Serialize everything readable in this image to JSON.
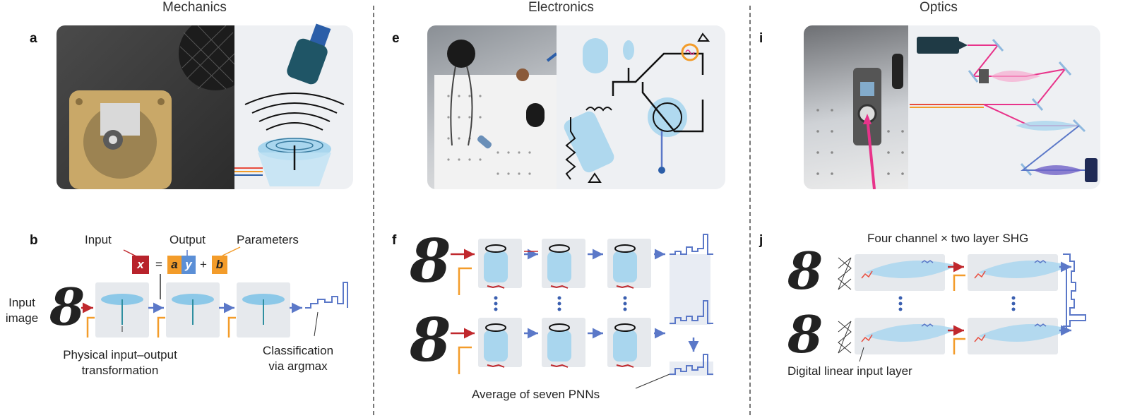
{
  "columns": {
    "mechanics": "Mechanics",
    "electronics": "Electronics",
    "optics": "Optics"
  },
  "panels": {
    "a": "a",
    "b": "b",
    "e": "e",
    "f": "f",
    "i": "i",
    "j": "j"
  },
  "mechanics": {
    "input_label": "Input",
    "output_label": "Output",
    "parameters_label": "Parameters",
    "eq_x": "x",
    "eq_equals": "=",
    "eq_a": "a",
    "eq_y": "y",
    "eq_plus": "+",
    "eq_b": "b",
    "input_image_line1": "Input",
    "input_image_line2": "image",
    "digit": "8",
    "transform_line1": "Physical input–output",
    "transform_line2": "transformation",
    "classification_line1": "Classification",
    "classification_line2": "via argmax"
  },
  "electronics": {
    "digit": "8",
    "average_label": "Average of seven PNNs"
  },
  "optics": {
    "digit": "8",
    "four_channel_label": "Four channel × two layer SHG",
    "digital_layer_label": "Digital linear input layer"
  },
  "colors": {
    "red_arrow": "#c0282d",
    "blue_arrow": "#5b78c8",
    "orange": "#f39c2a",
    "light_blue": "#a9d6ee",
    "magenta": "#e8338a",
    "card_bg": "#eef0f3"
  }
}
